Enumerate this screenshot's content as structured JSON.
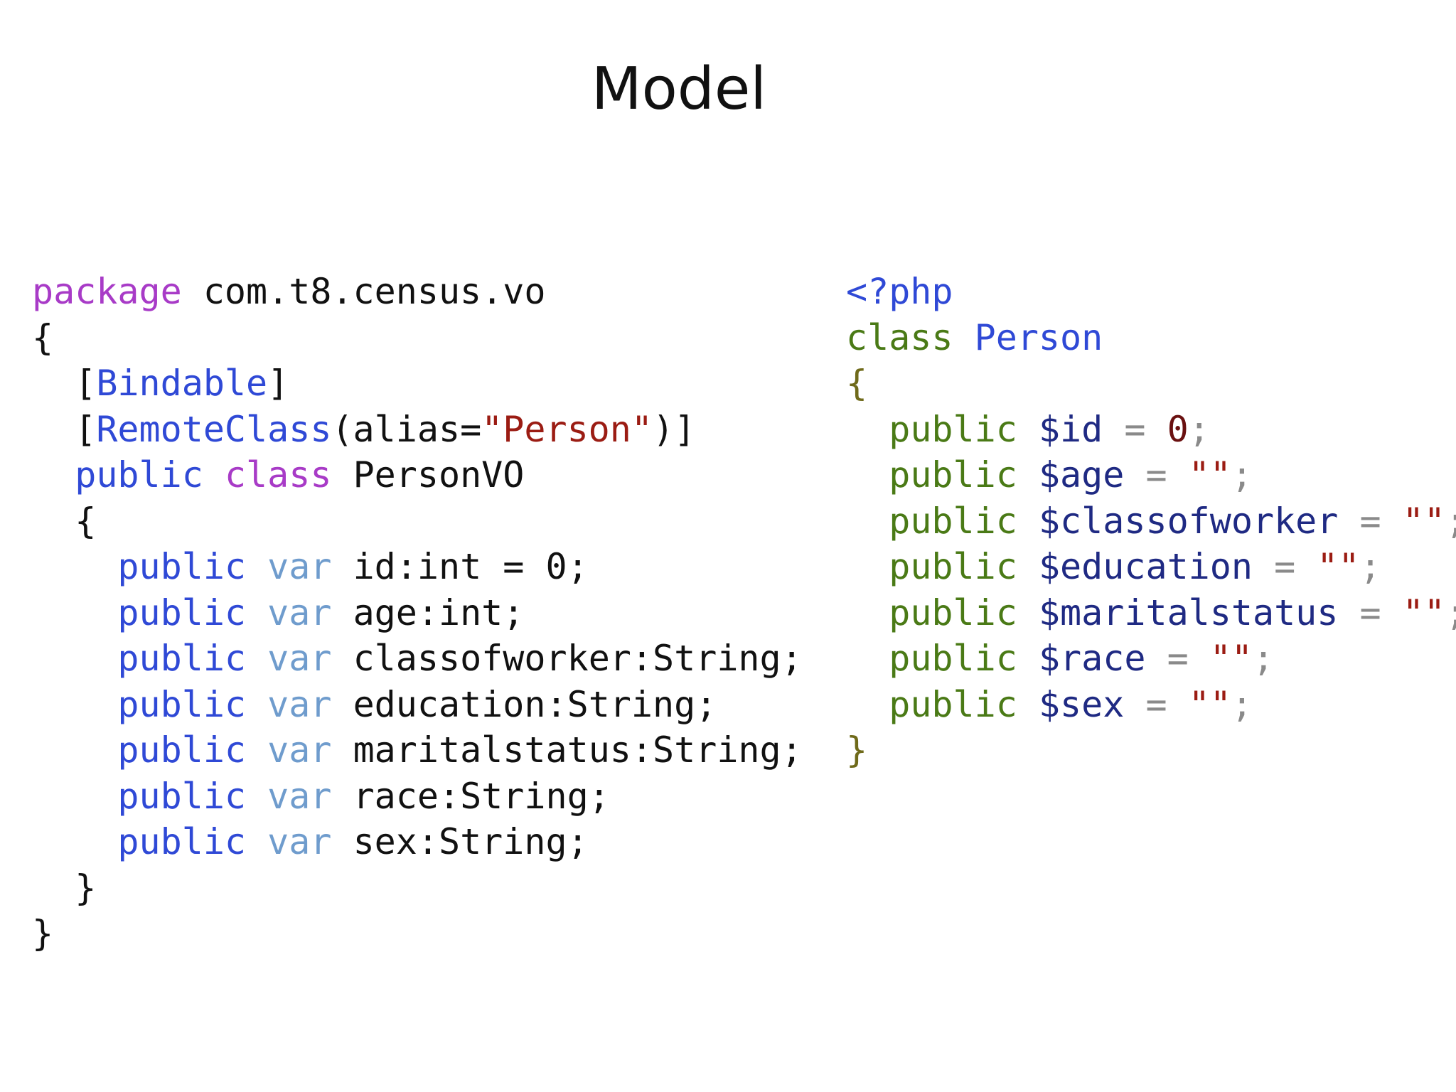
{
  "slide": {
    "title": "Model"
  },
  "colors": {
    "keyword_purple": "#a83bc7",
    "keyword_blue": "#2f49d6",
    "var_blue": "#6f9ccd",
    "plain": "#111111",
    "string_red": "#9b1c13",
    "php_green": "#4a7a16",
    "php_class_name": "#2f49d6",
    "php_variable": "#1f2a83",
    "php_number": "#6a1010",
    "php_string": "#9b1c13",
    "php_operator": "#8a8a8a",
    "php_brace": "#6f6a1a"
  },
  "actionscript_code": [
    [
      {
        "text": "package",
        "color": "#a83bc7"
      },
      {
        "text": " com.t8.census.vo",
        "color": "#111111"
      }
    ],
    [
      {
        "text": "{",
        "color": "#111111"
      }
    ],
    [
      {
        "text": "  [",
        "color": "#111111"
      },
      {
        "text": "Bindable",
        "color": "#2f49d6"
      },
      {
        "text": "]",
        "color": "#111111"
      }
    ],
    [
      {
        "text": "  [",
        "color": "#111111"
      },
      {
        "text": "RemoteClass",
        "color": "#2f49d6"
      },
      {
        "text": "(alias=",
        "color": "#111111"
      },
      {
        "text": "\"Person\"",
        "color": "#9b1c13"
      },
      {
        "text": ")]",
        "color": "#111111"
      }
    ],
    [
      {
        "text": "  ",
        "color": "#111111"
      },
      {
        "text": "public",
        "color": "#2f49d6"
      },
      {
        "text": " ",
        "color": "#111111"
      },
      {
        "text": "class",
        "color": "#a83bc7"
      },
      {
        "text": " PersonVO",
        "color": "#111111"
      }
    ],
    [
      {
        "text": "  {",
        "color": "#111111"
      }
    ],
    [
      {
        "text": "    ",
        "color": "#111111"
      },
      {
        "text": "public",
        "color": "#2f49d6"
      },
      {
        "text": " ",
        "color": "#111111"
      },
      {
        "text": "var",
        "color": "#6f9ccd"
      },
      {
        "text": " id:int = 0;",
        "color": "#111111"
      }
    ],
    [
      {
        "text": "    ",
        "color": "#111111"
      },
      {
        "text": "public",
        "color": "#2f49d6"
      },
      {
        "text": " ",
        "color": "#111111"
      },
      {
        "text": "var",
        "color": "#6f9ccd"
      },
      {
        "text": " age:int;",
        "color": "#111111"
      }
    ],
    [
      {
        "text": "    ",
        "color": "#111111"
      },
      {
        "text": "public",
        "color": "#2f49d6"
      },
      {
        "text": " ",
        "color": "#111111"
      },
      {
        "text": "var",
        "color": "#6f9ccd"
      },
      {
        "text": " classofworker:String;",
        "color": "#111111"
      }
    ],
    [
      {
        "text": "    ",
        "color": "#111111"
      },
      {
        "text": "public",
        "color": "#2f49d6"
      },
      {
        "text": " ",
        "color": "#111111"
      },
      {
        "text": "var",
        "color": "#6f9ccd"
      },
      {
        "text": " education:String;",
        "color": "#111111"
      }
    ],
    [
      {
        "text": "    ",
        "color": "#111111"
      },
      {
        "text": "public",
        "color": "#2f49d6"
      },
      {
        "text": " ",
        "color": "#111111"
      },
      {
        "text": "var",
        "color": "#6f9ccd"
      },
      {
        "text": " maritalstatus:String;",
        "color": "#111111"
      }
    ],
    [
      {
        "text": "    ",
        "color": "#111111"
      },
      {
        "text": "public",
        "color": "#2f49d6"
      },
      {
        "text": " ",
        "color": "#111111"
      },
      {
        "text": "var",
        "color": "#6f9ccd"
      },
      {
        "text": " race:String;",
        "color": "#111111"
      }
    ],
    [
      {
        "text": "    ",
        "color": "#111111"
      },
      {
        "text": "public",
        "color": "#2f49d6"
      },
      {
        "text": " ",
        "color": "#111111"
      },
      {
        "text": "var",
        "color": "#6f9ccd"
      },
      {
        "text": " sex:String;",
        "color": "#111111"
      }
    ],
    [
      {
        "text": "  }",
        "color": "#111111"
      }
    ],
    [
      {
        "text": "}",
        "color": "#111111"
      }
    ]
  ],
  "php_code": [
    [
      {
        "text": "<?php",
        "color": "#2f49d6"
      }
    ],
    [
      {
        "text": "class",
        "color": "#4a7a16"
      },
      {
        "text": " ",
        "color": "#111111"
      },
      {
        "text": "Person",
        "color": "#2f49d6"
      }
    ],
    [
      {
        "text": "{",
        "color": "#6f6a1a"
      }
    ],
    [
      {
        "text": "  ",
        "color": "#111111"
      },
      {
        "text": "public",
        "color": "#4a7a16"
      },
      {
        "text": " ",
        "color": "#111111"
      },
      {
        "text": "$id",
        "color": "#1f2a83"
      },
      {
        "text": " = ",
        "color": "#8a8a8a"
      },
      {
        "text": "0",
        "color": "#6a1010"
      },
      {
        "text": ";",
        "color": "#8a8a8a"
      }
    ],
    [
      {
        "text": "  ",
        "color": "#111111"
      },
      {
        "text": "public",
        "color": "#4a7a16"
      },
      {
        "text": " ",
        "color": "#111111"
      },
      {
        "text": "$age",
        "color": "#1f2a83"
      },
      {
        "text": " = ",
        "color": "#8a8a8a"
      },
      {
        "text": "\"\"",
        "color": "#9b1c13"
      },
      {
        "text": ";",
        "color": "#8a8a8a"
      }
    ],
    [
      {
        "text": "  ",
        "color": "#111111"
      },
      {
        "text": "public",
        "color": "#4a7a16"
      },
      {
        "text": " ",
        "color": "#111111"
      },
      {
        "text": "$classofworker",
        "color": "#1f2a83"
      },
      {
        "text": " = ",
        "color": "#8a8a8a"
      },
      {
        "text": "\"\"",
        "color": "#9b1c13"
      },
      {
        "text": ";",
        "color": "#8a8a8a"
      }
    ],
    [
      {
        "text": "  ",
        "color": "#111111"
      },
      {
        "text": "public",
        "color": "#4a7a16"
      },
      {
        "text": " ",
        "color": "#111111"
      },
      {
        "text": "$education",
        "color": "#1f2a83"
      },
      {
        "text": " = ",
        "color": "#8a8a8a"
      },
      {
        "text": "\"\"",
        "color": "#9b1c13"
      },
      {
        "text": ";",
        "color": "#8a8a8a"
      }
    ],
    [
      {
        "text": "  ",
        "color": "#111111"
      },
      {
        "text": "public",
        "color": "#4a7a16"
      },
      {
        "text": " ",
        "color": "#111111"
      },
      {
        "text": "$maritalstatus",
        "color": "#1f2a83"
      },
      {
        "text": " = ",
        "color": "#8a8a8a"
      },
      {
        "text": "\"\"",
        "color": "#9b1c13"
      },
      {
        "text": ";",
        "color": "#8a8a8a"
      }
    ],
    [
      {
        "text": "  ",
        "color": "#111111"
      },
      {
        "text": "public",
        "color": "#4a7a16"
      },
      {
        "text": " ",
        "color": "#111111"
      },
      {
        "text": "$race",
        "color": "#1f2a83"
      },
      {
        "text": " = ",
        "color": "#8a8a8a"
      },
      {
        "text": "\"\"",
        "color": "#9b1c13"
      },
      {
        "text": ";",
        "color": "#8a8a8a"
      }
    ],
    [
      {
        "text": "  ",
        "color": "#111111"
      },
      {
        "text": "public",
        "color": "#4a7a16"
      },
      {
        "text": " ",
        "color": "#111111"
      },
      {
        "text": "$sex",
        "color": "#1f2a83"
      },
      {
        "text": " = ",
        "color": "#8a8a8a"
      },
      {
        "text": "\"\"",
        "color": "#9b1c13"
      },
      {
        "text": ";",
        "color": "#8a8a8a"
      }
    ],
    [
      {
        "text": "}",
        "color": "#6f6a1a"
      }
    ]
  ]
}
